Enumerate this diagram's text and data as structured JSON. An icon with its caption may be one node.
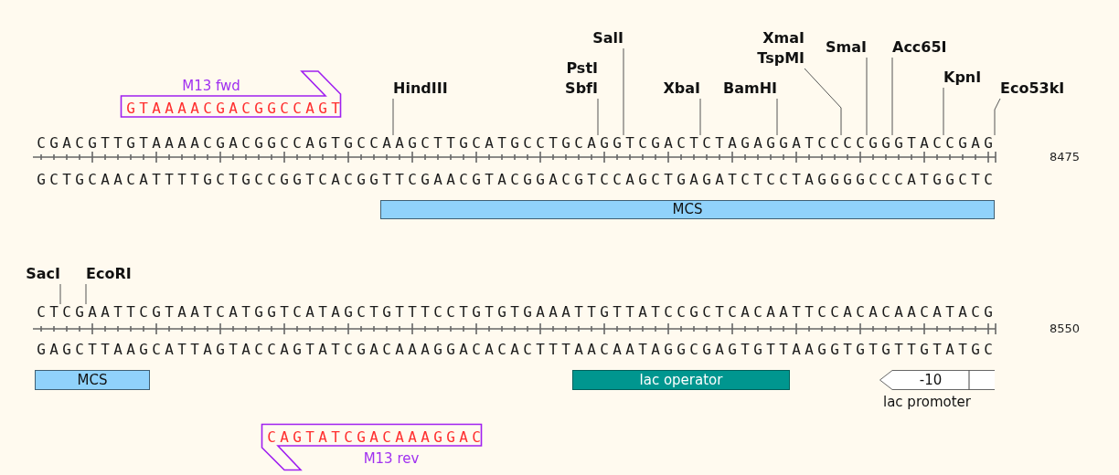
{
  "diagram": {
    "nodes": [
      {
        "text": [
          "M13 fwd",
          "GTAAAACGACGGCCAGT"
        ]
      },
      {
        "text": [
          "HindIII"
        ]
      },
      {
        "text": [
          "PstI",
          "SbfI"
        ]
      },
      {
        "text": [
          "SalI"
        ]
      },
      {
        "text": [
          "XbaI"
        ]
      },
      {
        "text": [
          "BamHI"
        ]
      },
      {
        "text": [
          "XmaI",
          "TspMI"
        ]
      },
      {
        "text": [
          "SmaI"
        ]
      },
      {
        "text": [
          "Acc65I"
        ]
      },
      {
        "text": [
          "KpnI"
        ]
      },
      {
        "text": [
          "Eco53kI"
        ]
      },
      {
        "text": [
          "CGACGTTGTAAAACGACGGCCAGTGCCAAGCTTGCATGCCTGCAGGTCGACTCTAGAGGATCCCCGGGTACCGAG"
        ]
      },
      {
        "text": [
          "MCS"
        ]
      },
      {
        "text": [
          "SacI"
        ]
      },
      {
        "text": [
          "EcoRI"
        ]
      },
      {
        "text": [
          "CTCGAATTCGTAATCATGGTCATAGCTGTTTCCTGTGTGAAATTGTTATCCGCTCACAATTCCACACAACATACG"
        ]
      },
      {
        "text": [
          "MCS"
        ]
      },
      {
        "text": [
          "lac operator"
        ]
      },
      {
        "text": [
          "-10"
        ],
        "beside": [
          "lac promoter"
        ]
      },
      {
        "text": [
          "CAGTATCGACAAAGGAC",
          "M13 rev"
        ]
      }
    ],
    "edges": [
      {
        "from": 1,
        "to": 11,
        "arrow": "none"
      },
      {
        "from": 2,
        "to": 11,
        "arrow": "none"
      },
      {
        "from": 3,
        "to": 11,
        "arrow": "none"
      },
      {
        "from": 4,
        "to": 11,
        "arrow": "none"
      },
      {
        "from": 5,
        "to": 11,
        "arrow": "none"
      },
      {
        "from": 6,
        "to": 11,
        "arrow": "none"
      },
      {
        "from": 7,
        "to": 11,
        "arrow": "none"
      },
      {
        "from": 8,
        "to": 11,
        "arrow": "none"
      },
      {
        "from": 9,
        "to": 11,
        "arrow": "none"
      },
      {
        "from": 10,
        "to": 11,
        "arrow": "none"
      },
      {
        "from": 13,
        "to": 15,
        "arrow": "none"
      },
      {
        "from": 14,
        "to": 15,
        "arrow": "none"
      }
    ],
    "labels": [
      "8475",
      "GCTGCAACATTTTGCTGCCGGTCACGGTTCGAACGTACGGACGTCCAGCTGAGATCTCCTAGGGGCCCATGGCTC",
      "8550",
      "GAGCTTAAGCATTAGTACCAGTATCGACAAAGGACACACTTTAACAATAGGCGAGTGTTAAGGTGTGTTGTATGC"
    ]
  }
}
